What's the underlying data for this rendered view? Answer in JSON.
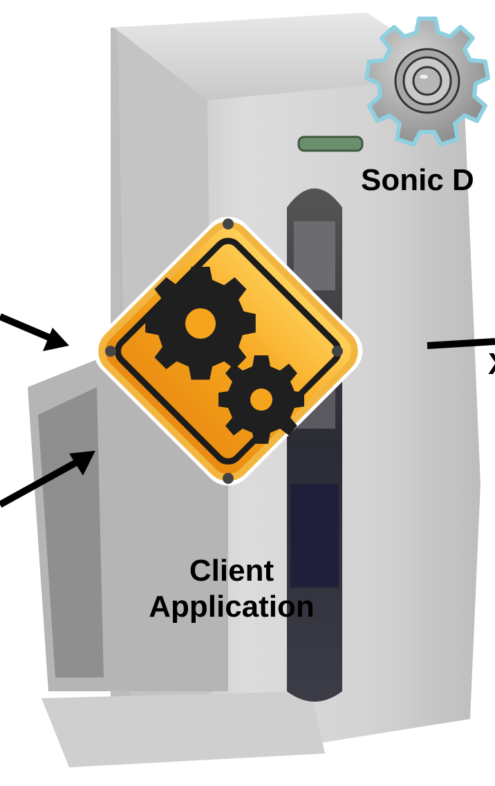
{
  "labels": {
    "sonic": "Sonic D",
    "client_line1": "Client",
    "client_line2": "Application",
    "right_fragment": "X"
  },
  "icons": {
    "top_right": "gear-icon",
    "center": "warning-sign-gears-icon"
  },
  "colors": {
    "gear_fill": "#9a9a9a",
    "gear_outline": "#8ed0e0",
    "sign_orange": "#f4a21a",
    "sign_yellow": "#ffc84a",
    "sign_border": "#222222",
    "arrow": "#000000",
    "device_body": "#c9c9c9"
  }
}
